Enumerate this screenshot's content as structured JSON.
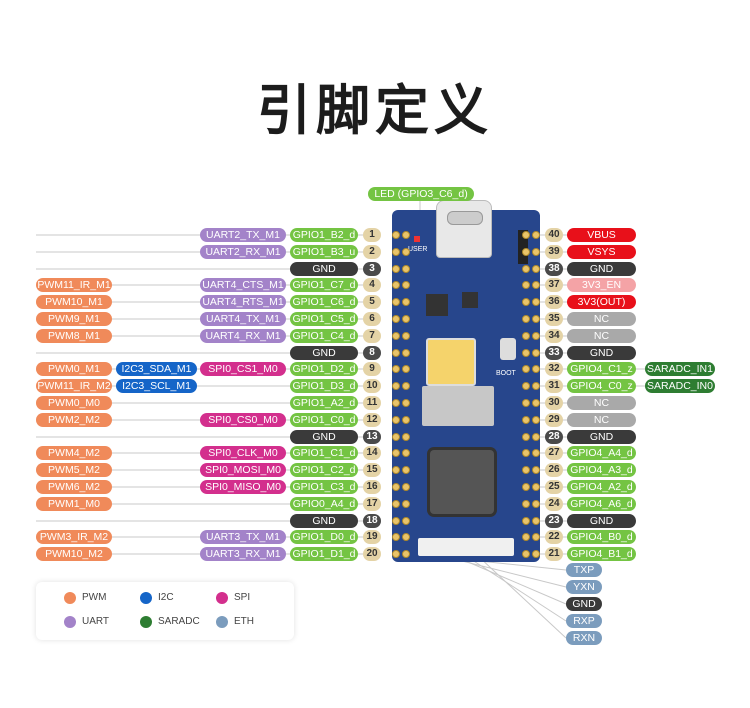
{
  "title": "引脚定义",
  "led_label": "LED (GPIO3_C6_d)",
  "user_label": "USER",
  "boot_label": "BOOT",
  "left_rows": [
    {
      "pin": "1",
      "gpio": "GPIO1_B2_d",
      "f1": "UART2_TX_M1"
    },
    {
      "pin": "2",
      "gpio": "GPIO1_B3_u",
      "f1": "UART2_RX_M1"
    },
    {
      "pin": "3",
      "gpio": "GND"
    },
    {
      "pin": "4",
      "gpio": "GPIO1_C7_d",
      "f1": "UART4_CTS_M1",
      "f3": "PWM11_IR_M1"
    },
    {
      "pin": "5",
      "gpio": "GPIO1_C6_d",
      "f1": "UART4_RTS_M1",
      "f3": "PWM10_M1"
    },
    {
      "pin": "6",
      "gpio": "GPIO1_C5_d",
      "f1": "UART4_TX_M1",
      "f3": "PWM9_M1"
    },
    {
      "pin": "7",
      "gpio": "GPIO1_C4_d",
      "f1": "UART4_RX_M1",
      "f3": "PWM8_M1"
    },
    {
      "pin": "8",
      "gpio": "GND"
    },
    {
      "pin": "9",
      "gpio": "GPIO1_D2_d",
      "f1": "SPI0_CS1_M0",
      "f2": "I2C3_SDA_M1",
      "f3": "PWM0_M1"
    },
    {
      "pin": "10",
      "gpio": "GPIO1_D3_d",
      "f2": "I2C3_SCL_M1",
      "f3": "PWM11_IR_M2"
    },
    {
      "pin": "11",
      "gpio": "GPIO1_A2_d",
      "f3": "PWM0_M0"
    },
    {
      "pin": "12",
      "gpio": "GPIO1_C0_d",
      "f1": "SPI0_CS0_M0",
      "f3": "PWM2_M2"
    },
    {
      "pin": "13",
      "gpio": "GND"
    },
    {
      "pin": "14",
      "gpio": "GPIO1_C1_d",
      "f1": "SPI0_CLK_M0",
      "f3": "PWM4_M2"
    },
    {
      "pin": "15",
      "gpio": "GPIO1_C2_d",
      "f1": "SPI0_MOSI_M0",
      "f3": "PWM5_M2"
    },
    {
      "pin": "16",
      "gpio": "GPIO1_C3_d",
      "f1": "SPI0_MISO_M0",
      "f3": "PWM6_M2"
    },
    {
      "pin": "17",
      "gpio": "GPIO0_A4_d",
      "f3": "PWM1_M0"
    },
    {
      "pin": "18",
      "gpio": "GND"
    },
    {
      "pin": "19",
      "gpio": "GPIO1_D0_d",
      "f1": "UART3_TX_M1",
      "f3": "PWM3_IR_M2"
    },
    {
      "pin": "20",
      "gpio": "GPIO1_D1_d",
      "f1": "UART3_RX_M1",
      "f3": "PWM10_M2"
    }
  ],
  "right_rows": [
    {
      "pin": "40",
      "label": "VBUS",
      "type": "pwr"
    },
    {
      "pin": "39",
      "label": "VSYS",
      "type": "pwr"
    },
    {
      "pin": "38",
      "label": "GND",
      "type": "gnd"
    },
    {
      "pin": "37",
      "label": "3V3_EN",
      "type": "en"
    },
    {
      "pin": "36",
      "label": "3V3(OUT)",
      "type": "pwr"
    },
    {
      "pin": "35",
      "label": "NC",
      "type": "nc"
    },
    {
      "pin": "34",
      "label": "NC",
      "type": "nc"
    },
    {
      "pin": "33",
      "label": "GND",
      "type": "gnd"
    },
    {
      "pin": "32",
      "label": "GPIO4_C1_z",
      "type": "gpio",
      "extra": "SARADC_IN1"
    },
    {
      "pin": "31",
      "label": "GPIO4_C0_z",
      "type": "gpio",
      "extra": "SARADC_IN0"
    },
    {
      "pin": "30",
      "label": "NC",
      "type": "nc"
    },
    {
      "pin": "29",
      "label": "NC",
      "type": "nc"
    },
    {
      "pin": "28",
      "label": "GND",
      "type": "gnd"
    },
    {
      "pin": "27",
      "label": "GPIO4_A4_d",
      "type": "gpio"
    },
    {
      "pin": "26",
      "label": "GPIO4_A3_d",
      "type": "gpio"
    },
    {
      "pin": "25",
      "label": "GPIO4_A2_d",
      "type": "gpio"
    },
    {
      "pin": "24",
      "label": "GPIO4_A6_d",
      "type": "gpio"
    },
    {
      "pin": "23",
      "label": "GND",
      "type": "gnd"
    },
    {
      "pin": "22",
      "label": "GPIO4_B0_d",
      "type": "gpio"
    },
    {
      "pin": "21",
      "label": "GPIO4_B1_d",
      "type": "gpio"
    }
  ],
  "eth_pins": [
    {
      "label": "TXP",
      "type": "eth"
    },
    {
      "label": "YXN",
      "type": "eth"
    },
    {
      "label": "GND",
      "type": "gnd"
    },
    {
      "label": "RXP",
      "type": "eth"
    },
    {
      "label": "RXN",
      "type": "eth"
    }
  ],
  "legend": [
    {
      "label": "PWM",
      "color": "#f08a5a"
    },
    {
      "label": "I2C",
      "color": "#1565c8"
    },
    {
      "label": "SPI",
      "color": "#d32f8d"
    },
    {
      "label": "UART",
      "color": "#a383c9"
    },
    {
      "label": "SARADC",
      "color": "#2e7d32"
    },
    {
      "label": "ETH",
      "color": "#7b9cbd"
    }
  ]
}
